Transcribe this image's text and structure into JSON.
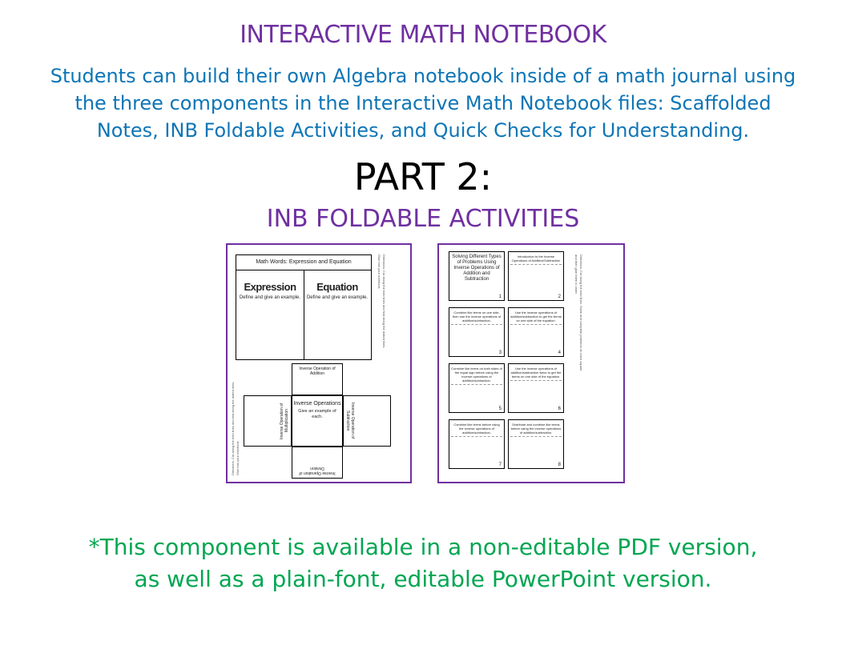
{
  "header": {
    "title": "INTERACTIVE MATH NOTEBOOK",
    "intro_line1": "Students can build their own Algebra notebook inside of a math journal using",
    "intro_line2": "the three components in the Interactive Math Notebook files: Scaffolded",
    "intro_line3": "Notes, INB Foldable Activities, and Quick Checks for Understanding.",
    "part": "PART 2:",
    "subtitle": "INB FOLDABLE ACTIVITIES"
  },
  "panel1": {
    "box_title": "Math Words: Expression and Equation",
    "left_heading": "Expression",
    "left_text": "Define and give an example.",
    "right_heading": "Equation",
    "right_text": "Define and give an example.",
    "cross_top": "Inverse Operation of Addition",
    "cross_center_title": "Inverse Operations",
    "cross_center_text": "Give an example of each.",
    "cross_left": "Inverse Operation of Multiplication",
    "cross_right": "Inverse Operation of Subtraction",
    "cross_bottom": "Inverse Operation of Division",
    "directions": "Directions: Cut along the bold lines and fold along the dotted lines. Glue into your notebook."
  },
  "panel2": {
    "cells": [
      {
        "caption": "Solving Different Types of Problems Using Inverse Operations of Addition and Subtraction",
        "num": "1"
      },
      {
        "caption": "Introduction to the Inverse Operations of Addition/Subtraction",
        "num": "2"
      },
      {
        "caption": "Combine like terms on one side, then use the inverse operations of addition/subtraction.",
        "num": "3"
      },
      {
        "caption": "Use the inverse operations of addition/subtraction to get the terms on one side of the equation.",
        "num": "4"
      },
      {
        "caption": "Combine like terms on both sides of the equal sign before using the inverse operations of addition/subtraction.",
        "num": "5"
      },
      {
        "caption": "Use the inverse operations of addition/subtraction twice to get the terms on one side of the equation.",
        "num": "6"
      },
      {
        "caption": "Combine like terms before using the inverse operations of addition/subtraction.",
        "num": "7"
      },
      {
        "caption": "Distribute and combine like terms before using the inverse operations of addition/subtraction.",
        "num": "8"
      }
    ],
    "directions": "Directions: Cut along the bold lines. Solve and complete problems on each square and then glue them in order."
  },
  "footer": {
    "line1": "*This component is available in a non-editable PDF version,",
    "line2": "as well as a plain-font, editable PowerPoint version."
  },
  "colors": {
    "purple": "#7030a0",
    "blue": "#0e75b6",
    "green": "#00a651"
  }
}
